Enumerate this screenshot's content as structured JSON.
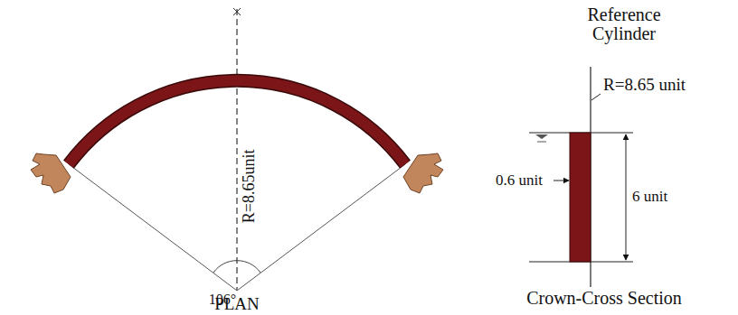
{
  "diagram": {
    "labels": [
      "R=8.65unit",
      "106°",
      "PLAN",
      "Reference Cylinder",
      "R=8.65 unit",
      "0.6 unit",
      "6 unit",
      "Crown-Cross Section"
    ]
  }
}
